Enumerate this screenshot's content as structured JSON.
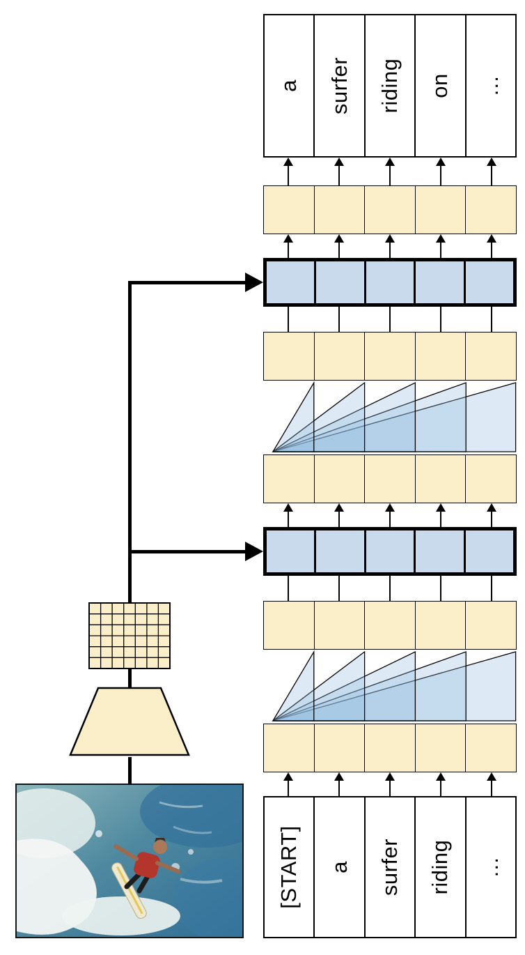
{
  "tokens": {
    "input": [
      "[START]",
      "a",
      "surfer",
      "riding",
      "…"
    ],
    "output": [
      "a",
      "surfer",
      "riding",
      "on",
      "…"
    ]
  },
  "palette": {
    "box_cream": "#FAEFC9",
    "cross_attention_blue": "#C9DAEC",
    "self_attention_fan_blue": "#8FB8DE",
    "outline": "#000000",
    "background": "#FFFFFF"
  },
  "icons": {
    "surfer_image": "photo of surfer riding a wave, rotated 90 degrees",
    "cnn_trapezoid": "funnel/trapezoid encoder shape",
    "feature_grid": "grid of image feature cells",
    "masked_self_attention_fan": "fan of translucent blue triangles",
    "cross_attention_row": "thick-bordered blue cell row",
    "up_arrow": "thin black upward arrow",
    "thick_arrow": "thick black feed arrow"
  }
}
